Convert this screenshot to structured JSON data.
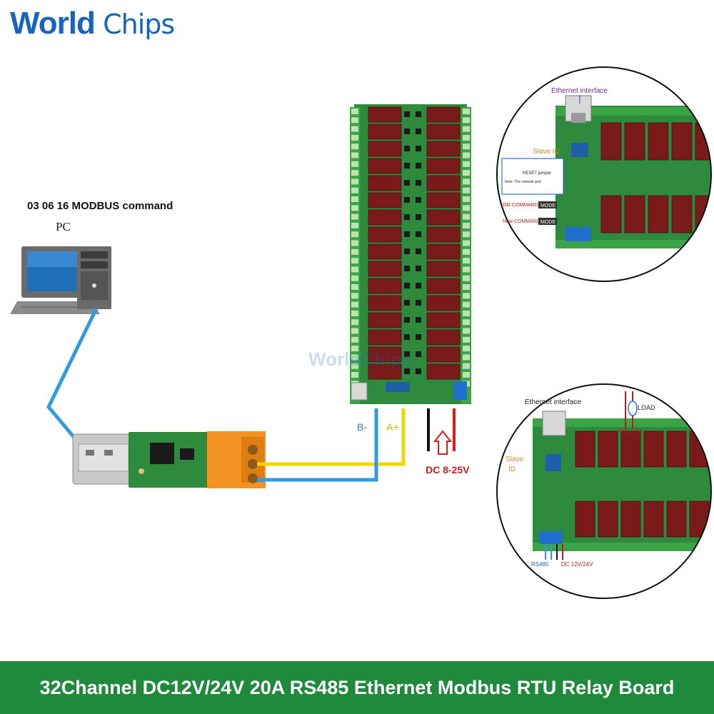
{
  "brand": {
    "word1": "World",
    "word2": "Chips",
    "watermark": "WorldChips"
  },
  "diagram": {
    "command_text": "03 06 16 MODBUS command",
    "pc_label": "PC",
    "wire_b": "B-",
    "wire_a": "A+",
    "power": "DC 8-25V"
  },
  "inset_top": {
    "ethernet": "Ethernet interface",
    "slave_id": "Slave ID",
    "reset_title": "RESET jumper",
    "reset_note": "Note: The network port",
    "old_cmd": "Old COMMAND",
    "new_cmd": "New COMMAND",
    "mode_tag": "MODE"
  },
  "inset_bottom": {
    "ethernet": "Ethernet interface",
    "slave": "Slave",
    "id": "ID",
    "load": "LOAD",
    "no_com": "NO COM",
    "rs485": "RS485",
    "dc": "DC 12V/24V"
  },
  "banner": {
    "title": "32Channel DC12V/24V 20A RS485 Ethernet Modbus RTU Relay Board"
  },
  "colors": {
    "brand_blue": "#1565c0",
    "banner_green": "#1f8a3b",
    "wire_blue": "#2f9be3",
    "wire_yellow": "#f2d600",
    "power_red": "#d81b1b",
    "pcb_green": "#2e8b3d"
  }
}
